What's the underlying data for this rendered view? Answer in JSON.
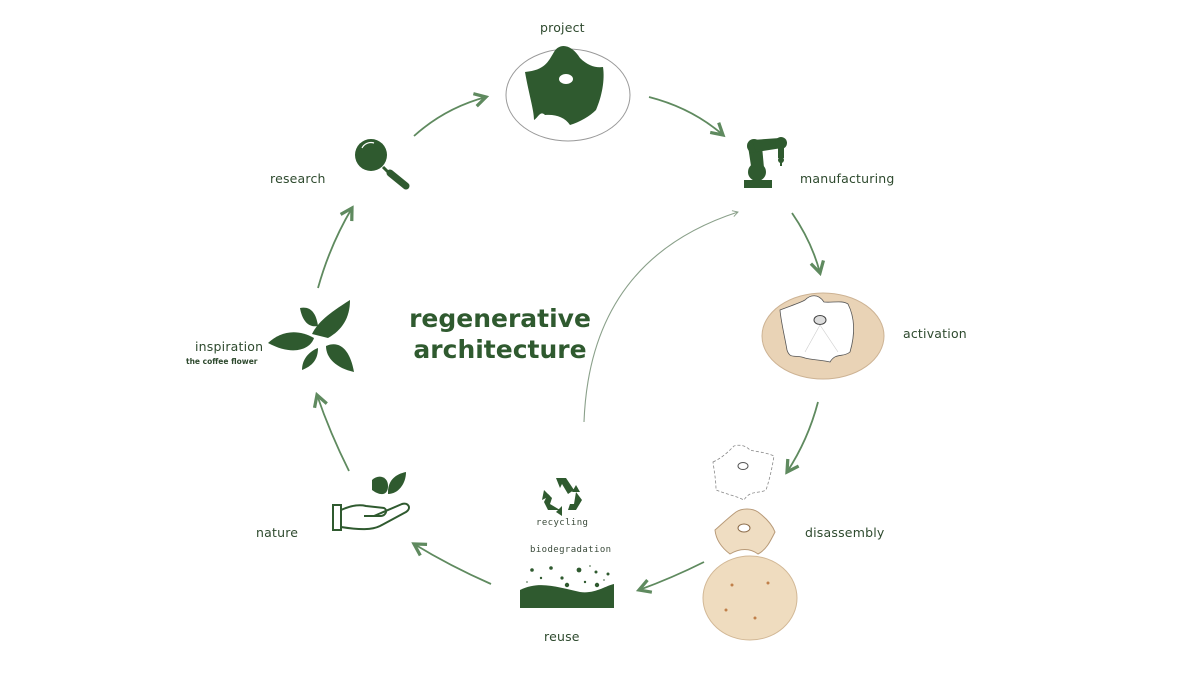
{
  "diagram": {
    "title_line1": "regenerative",
    "title_line2": "architecture",
    "colors": {
      "primary": "#2f5a2f",
      "arrow": "#5f8a5f",
      "thin_arrow": "#8aa08a",
      "wood": "#e8cfae",
      "text": "#2e4a2e"
    },
    "stages": [
      {
        "id": "project",
        "label": "project",
        "icon": "canopy-shape-icon"
      },
      {
        "id": "manufacturing",
        "label": "manufacturing",
        "icon": "robot-arm-icon"
      },
      {
        "id": "activation",
        "label": "activation",
        "icon": "wood-disc-with-canopy"
      },
      {
        "id": "disassembly",
        "label": "disassembly",
        "icon": "exploded-layers-illustration"
      },
      {
        "id": "reuse",
        "label": "reuse",
        "icon": "soil-particles-icon"
      },
      {
        "id": "nature",
        "label": "nature",
        "icon": "hand-with-leaves-icon"
      },
      {
        "id": "inspiration",
        "label": "inspiration",
        "sublabel": "the coffee flower",
        "icon": "coffee-flower-icon"
      },
      {
        "id": "research",
        "label": "research",
        "icon": "magnifier-icon"
      }
    ],
    "reuse_details": {
      "recycling": "recycling",
      "biodegradation": "biodegradation"
    }
  }
}
